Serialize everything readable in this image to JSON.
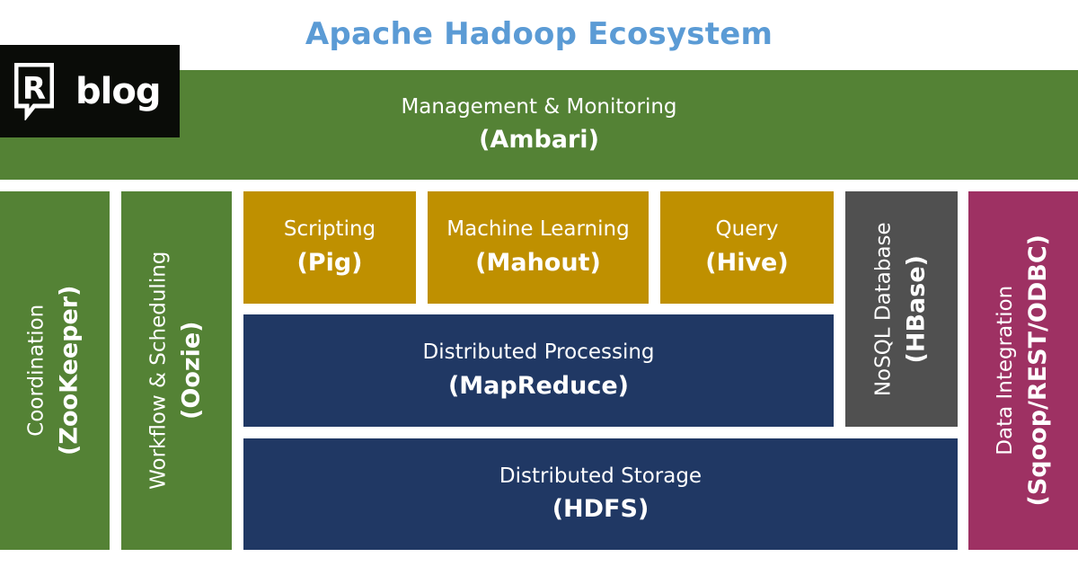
{
  "title": "Apache Hadoop Ecosystem",
  "logo": {
    "text": "blog",
    "mark": "R"
  },
  "colors": {
    "title": "#5b9bd5",
    "green": "#548235",
    "gold": "#bf9000",
    "navy": "#203864",
    "gray": "#505050",
    "plum": "#9e3163"
  },
  "blocks": {
    "management": {
      "label": "Management & Monitoring",
      "tool": "(Ambari)"
    },
    "coordination": {
      "label": "Coordination",
      "tool": "(ZooKeeper)"
    },
    "workflow": {
      "label": "Workflow & Scheduling",
      "tool": "(Oozie)"
    },
    "scripting": {
      "label": "Scripting",
      "tool": "(Pig)"
    },
    "ml": {
      "label": "Machine Learning",
      "tool": "(Mahout)"
    },
    "query": {
      "label": "Query",
      "tool": "(Hive)"
    },
    "processing": {
      "label": "Distributed Processing",
      "tool": "(MapReduce)"
    },
    "nosql": {
      "label": "NoSQL Database",
      "tool": "(HBase)"
    },
    "storage": {
      "label": "Distributed Storage",
      "tool": "(HDFS)"
    },
    "integration": {
      "label": "Data Integration",
      "tool": "(Sqoop/REST/ODBC)"
    }
  }
}
